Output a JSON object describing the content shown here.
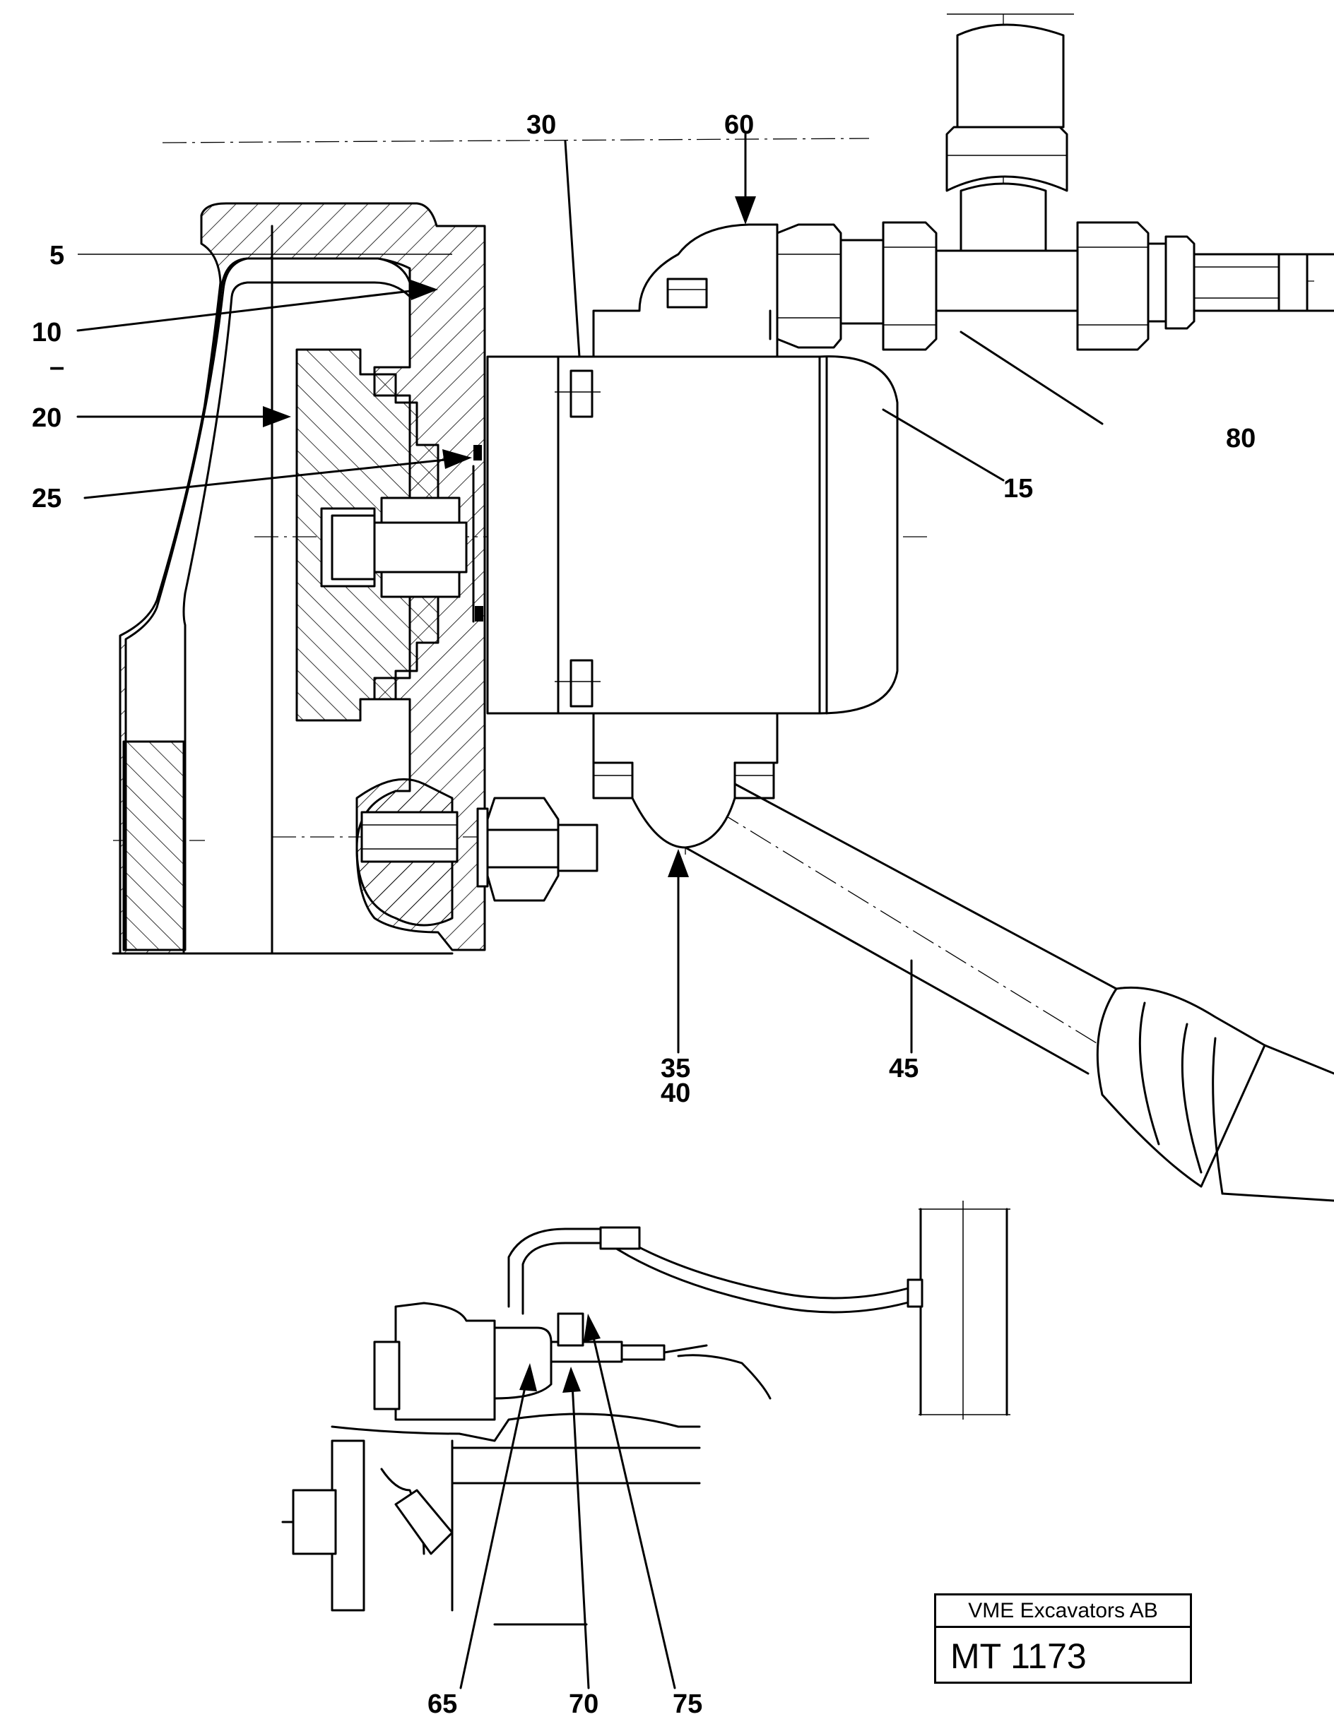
{
  "callouts": {
    "c5": "5",
    "c10": "10",
    "c15": "15",
    "c20": "20",
    "c25": "25",
    "c30": "30",
    "c35": "35",
    "c40": "40",
    "c45": "45",
    "c60": "60",
    "c65": "65",
    "c70": "70",
    "c75": "75",
    "c80": "80",
    "dash": "–"
  },
  "title_block": {
    "company": "VME Excavators AB",
    "drawing_number": "MT 1173"
  }
}
